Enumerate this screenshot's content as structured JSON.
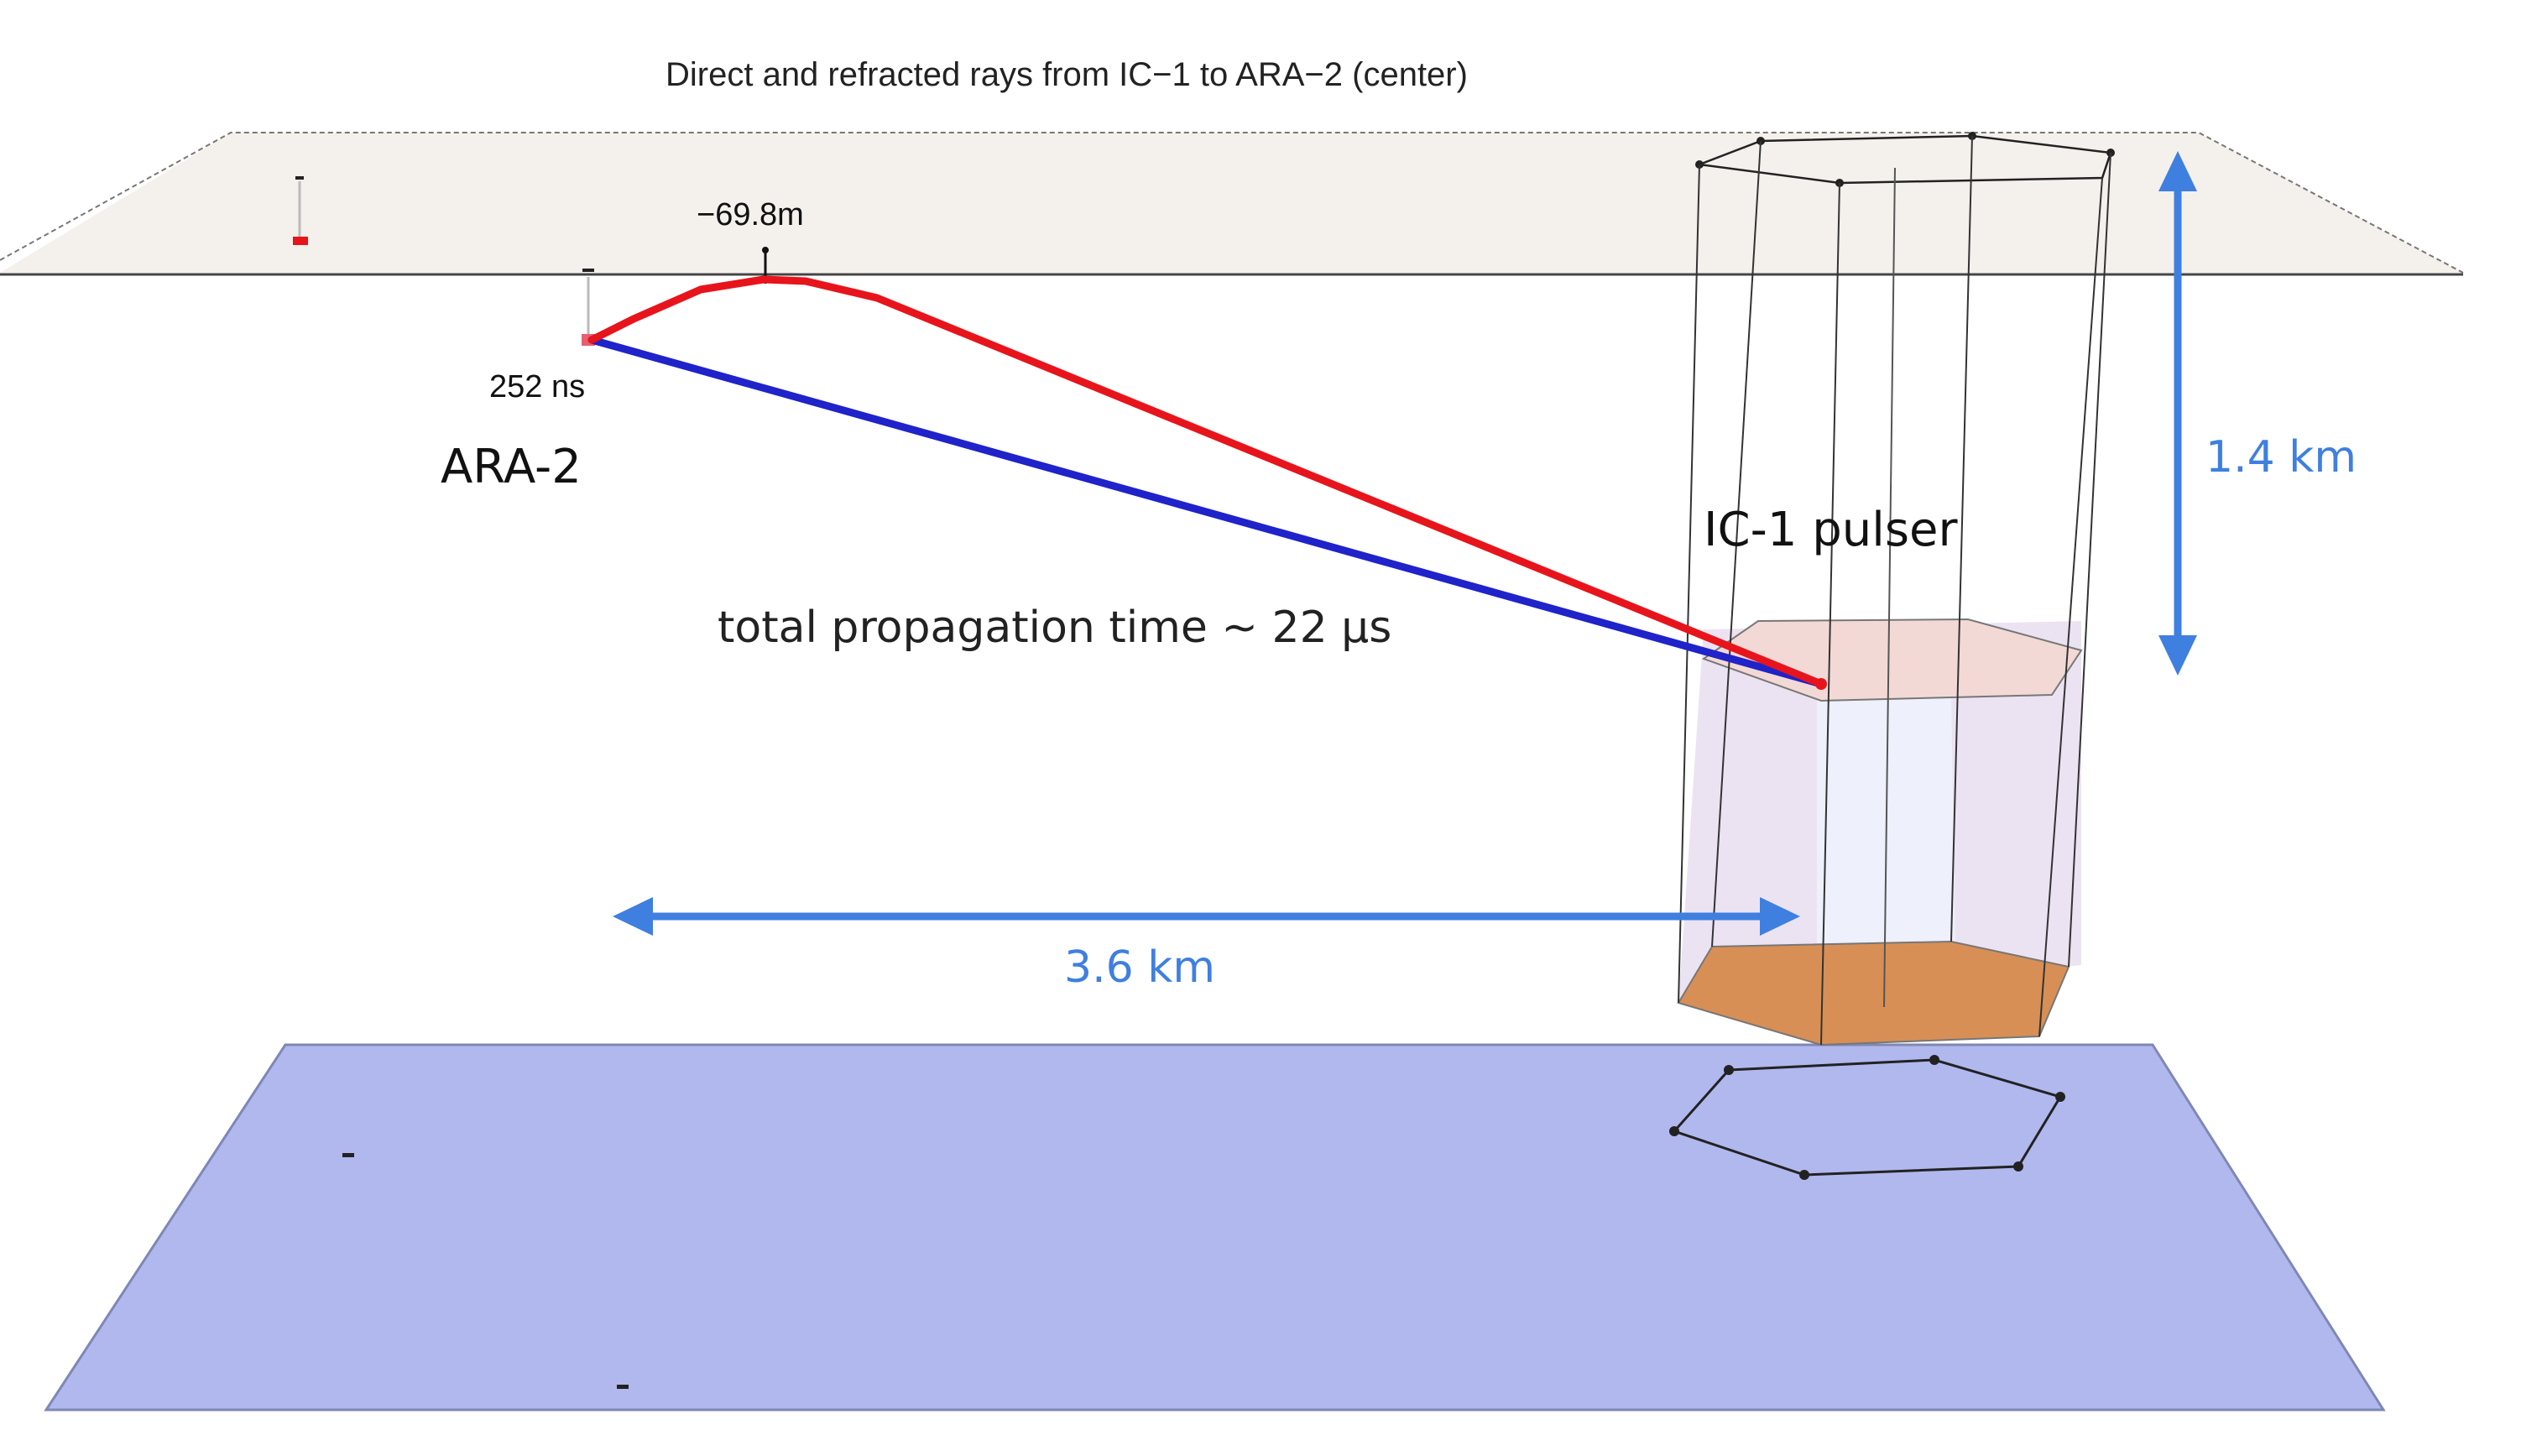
{
  "title": "Direct and refracted rays from IC−1 to ARA−2 (center)",
  "labels": {
    "turning_depth": "−69.8m",
    "time_delay": "252 ns",
    "station": "ARA-2",
    "pulser": "IC-1 pulser",
    "propagation": "total propagation time ~ 22 µs",
    "depth": "1.4 km",
    "distance": "3.6 km"
  },
  "colors": {
    "refracted_ray": "#e8141c",
    "direct_ray": "#1f23c9",
    "dimension_arrow": "#3f7fe0",
    "bedrock": "#b0b8ee",
    "surface": "#f4f0eb",
    "detector_bottom": "#d88f55",
    "detector_side": "#e6d9ee"
  },
  "icons": [
    "arrow-double-vertical",
    "arrow-double-horizontal"
  ]
}
